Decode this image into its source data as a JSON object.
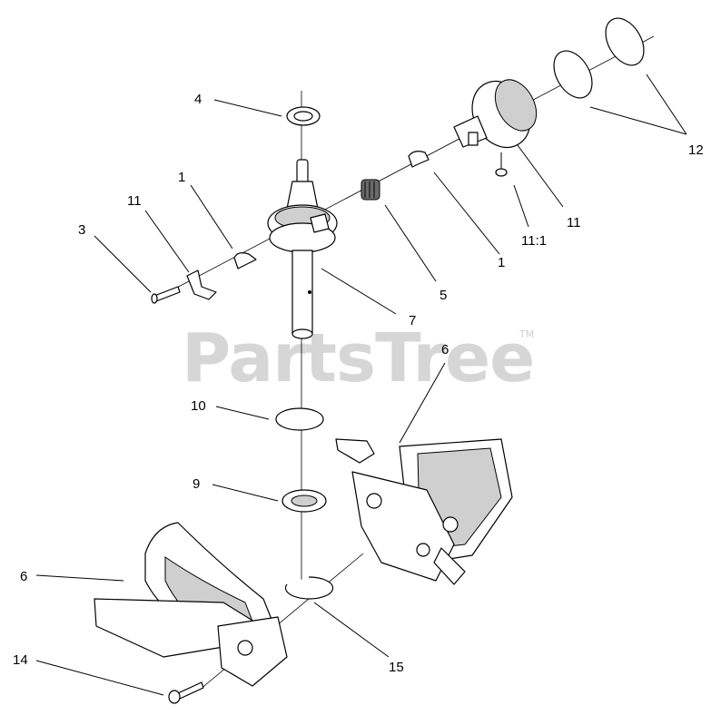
{
  "watermark": {
    "text": "PartsTree",
    "trademark": "TM"
  },
  "callouts": {
    "c4": "4",
    "c1_left": "1",
    "c11_left": "11",
    "c3": "3",
    "c5": "5",
    "c7": "7",
    "c1_right": "1",
    "c11_1": "11:1",
    "c11_right": "11",
    "c12": "12",
    "c6_top": "6",
    "c10": "10",
    "c9": "9",
    "c6_left": "6",
    "c14": "14",
    "c15": "15"
  }
}
